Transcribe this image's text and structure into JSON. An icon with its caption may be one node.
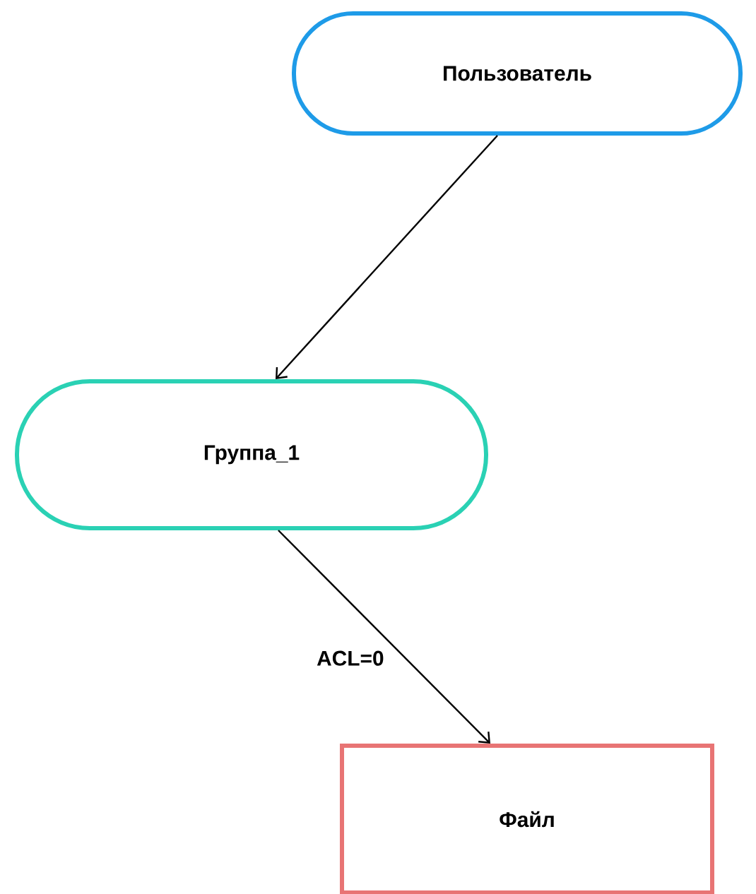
{
  "diagram": {
    "nodes": [
      {
        "text": [
          "Пользователь"
        ]
      },
      {
        "text": [
          "Группа_1"
        ]
      },
      {
        "text": [
          "Файл"
        ]
      }
    ],
    "edges": [
      {
        "from": 0,
        "to": 1,
        "arrow": "to"
      },
      {
        "from": 1,
        "to": 2,
        "arrow": "to",
        "label": "ACL=0"
      }
    ]
  }
}
